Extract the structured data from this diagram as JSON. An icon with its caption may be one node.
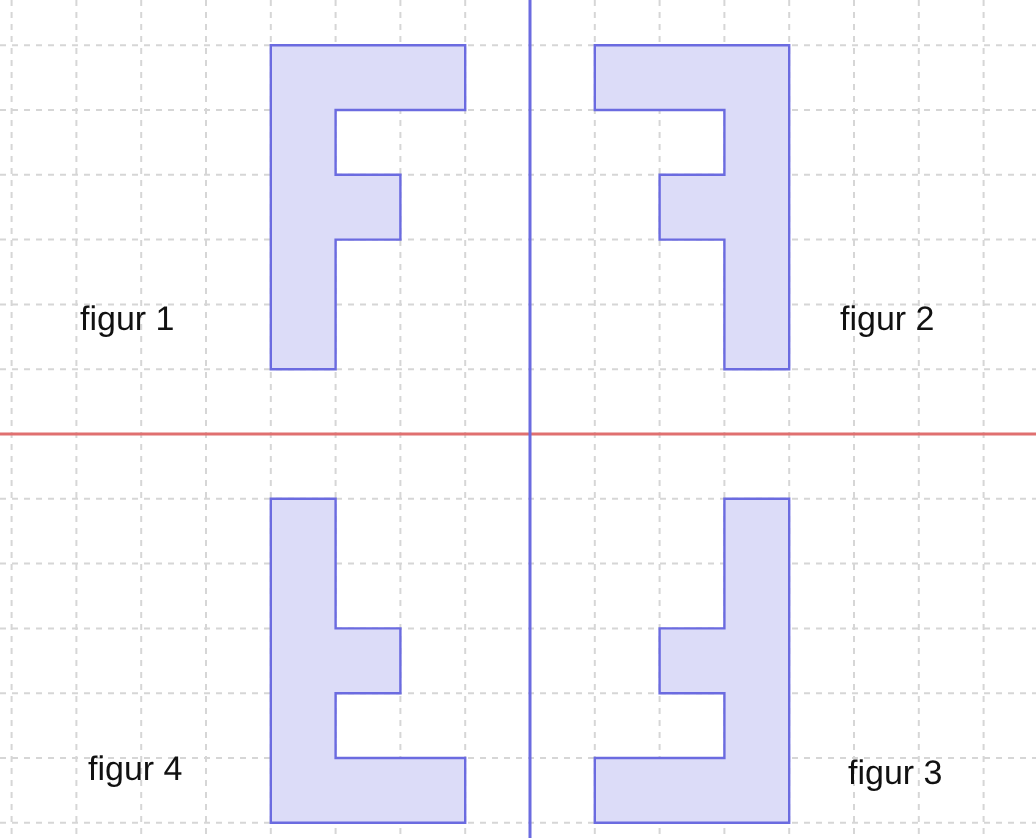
{
  "diagram": {
    "nodes": [
      {
        "text": [],
        "shape": "polygon",
        "beside": [
          "figur 1"
        ]
      },
      {
        "text": [],
        "shape": "polygon",
        "beside": [
          "figur 2"
        ]
      },
      {
        "text": [],
        "shape": "polygon",
        "beside": [
          "figur 4"
        ]
      },
      {
        "text": [],
        "shape": "polygon",
        "beside": [
          "figur 3"
        ]
      }
    ]
  }
}
